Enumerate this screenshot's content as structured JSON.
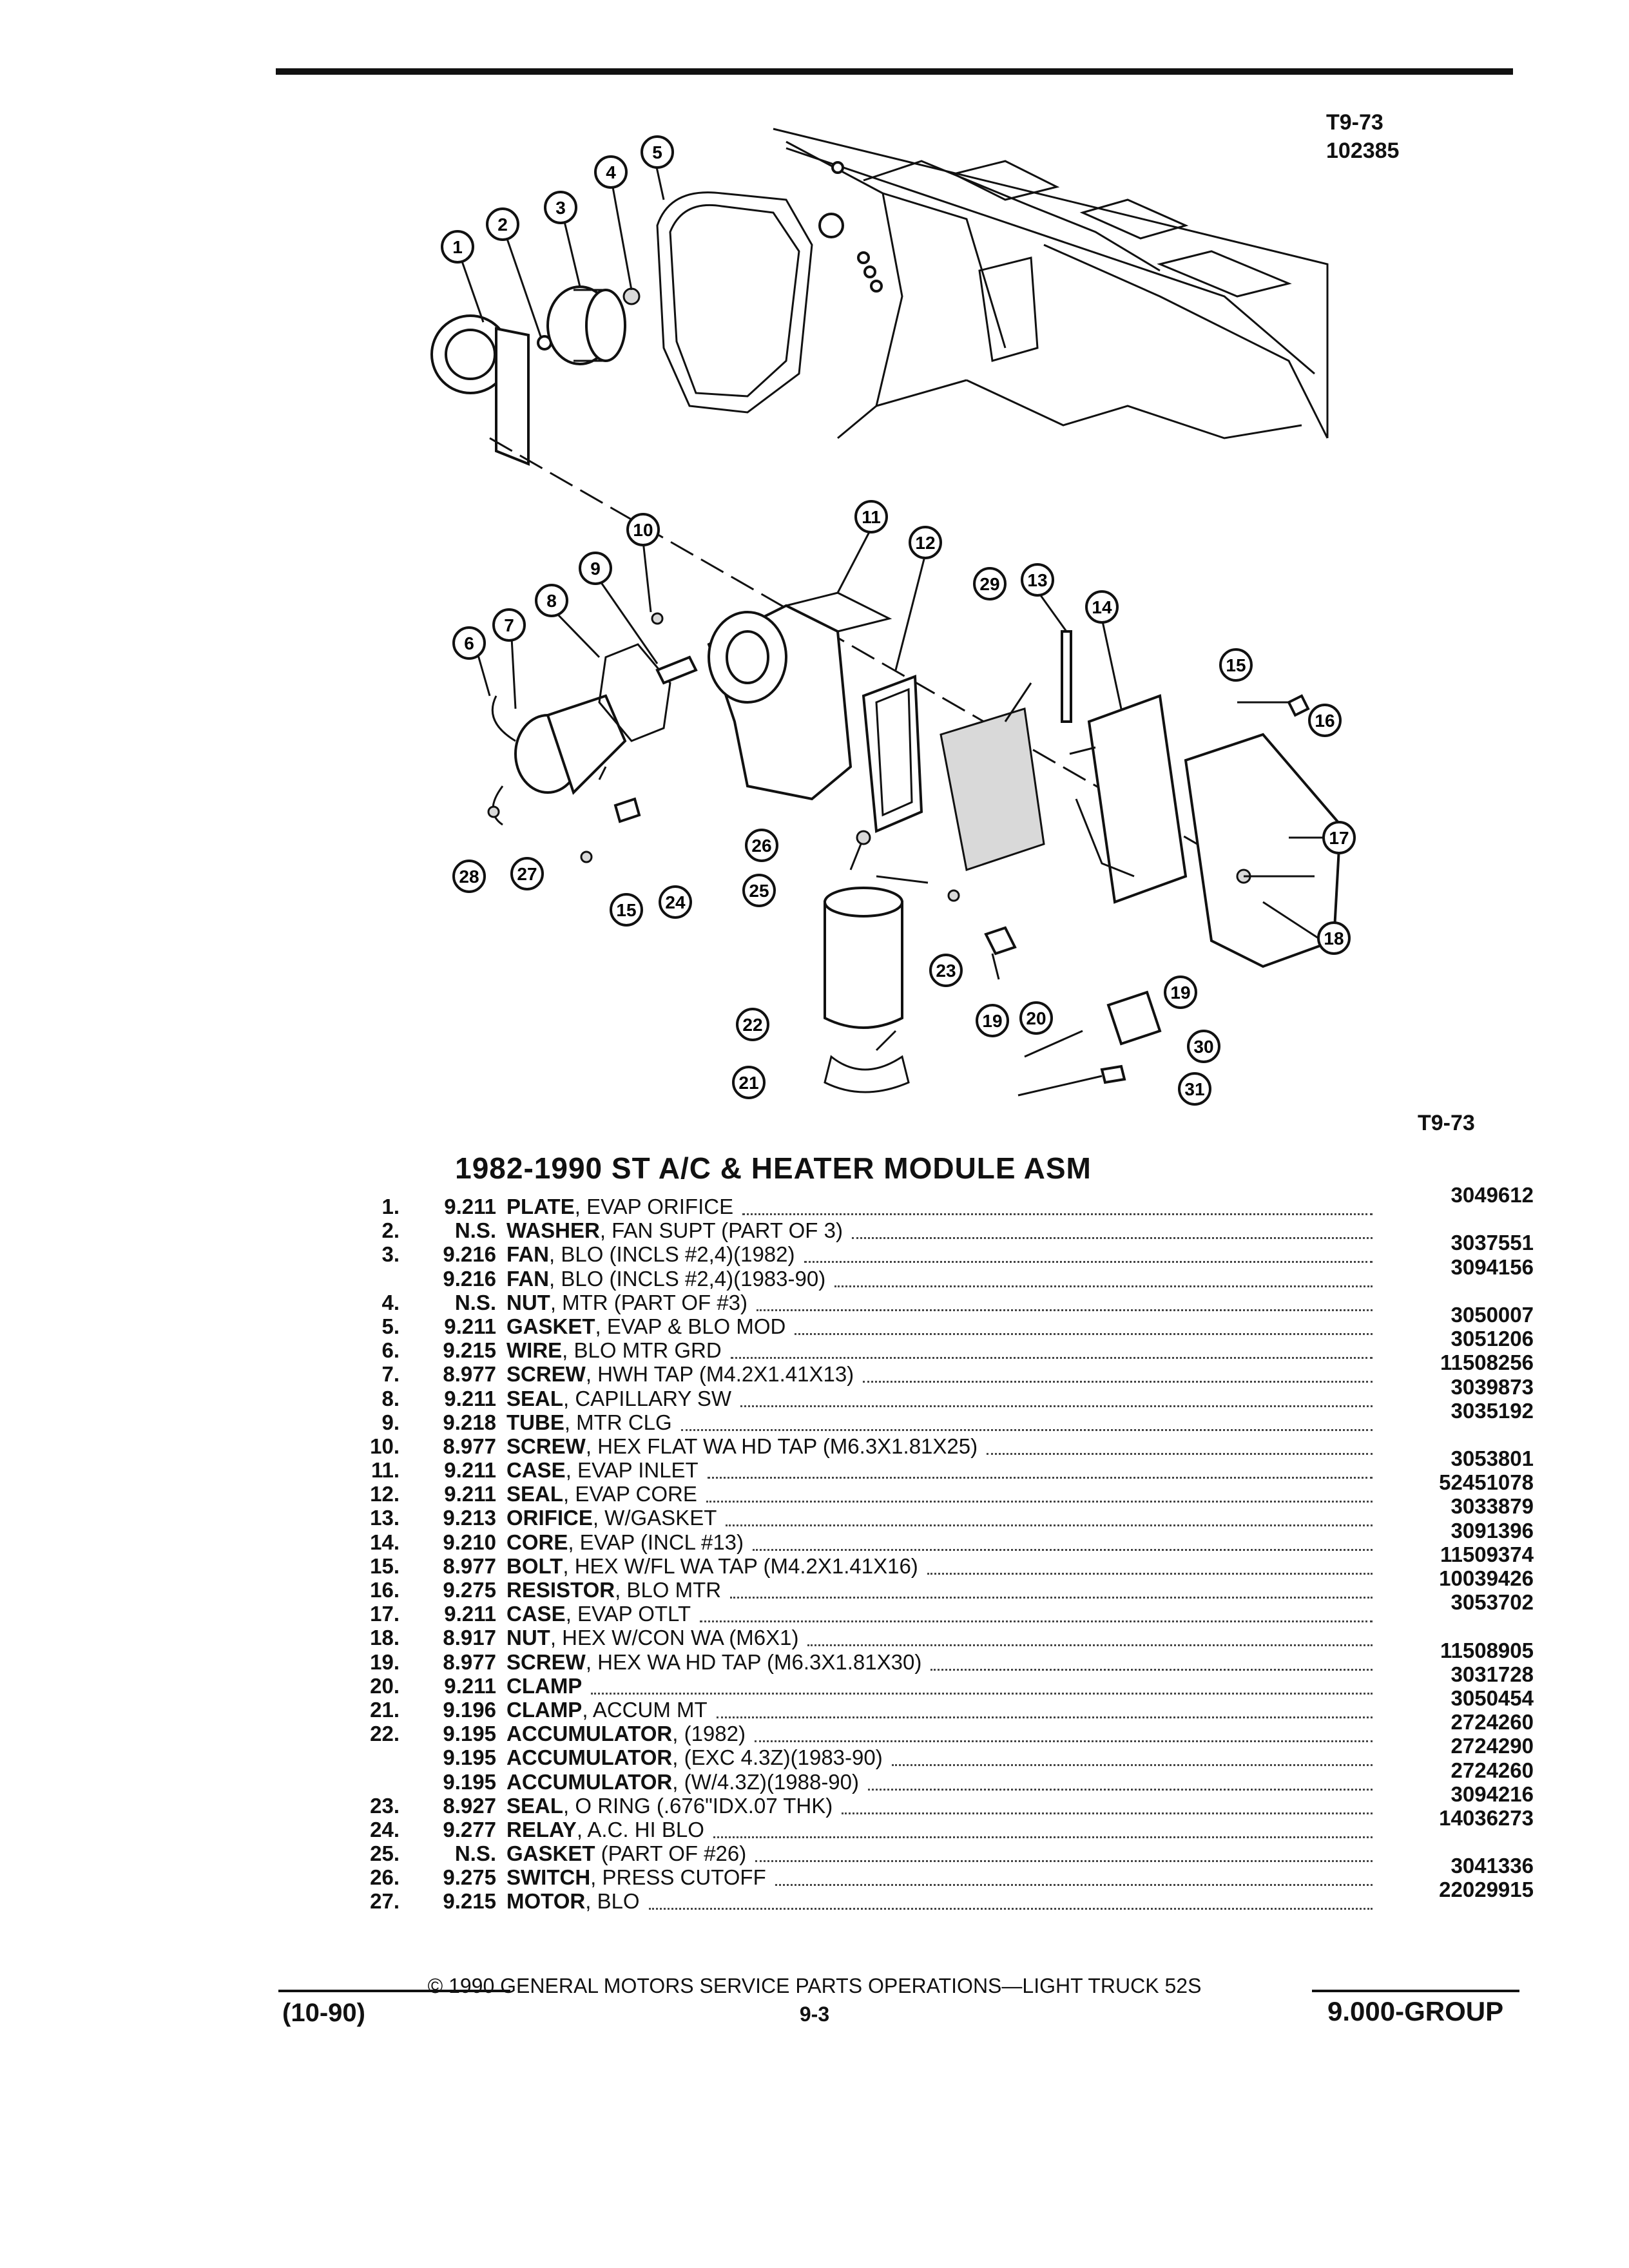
{
  "figure": {
    "code_top": "T9-73",
    "ref_number": "102385",
    "code_bottom": "T9-73"
  },
  "title": "1982-1990 ST A/C & HEATER MODULE ASM",
  "parts": [
    {
      "num": "1.",
      "group": "9.211",
      "name": "PLATE",
      "desc": ", EVAP ORIFICE",
      "part": "3049612"
    },
    {
      "num": "2.",
      "group": "N.S.",
      "name": "WASHER",
      "desc": ", FAN SUPT (PART OF 3)",
      "part": ""
    },
    {
      "num": "3.",
      "group": "9.216",
      "name": "FAN",
      "desc": ", BLO (INCLS #2,4)(1982)",
      "part": "3037551"
    },
    {
      "num": "",
      "group": "9.216",
      "name": "FAN",
      "desc": ", BLO (INCLS #2,4)(1983-90)",
      "part": "3094156"
    },
    {
      "num": "4.",
      "group": "N.S.",
      "name": "NUT",
      "desc": ", MTR (PART OF #3)",
      "part": ""
    },
    {
      "num": "5.",
      "group": "9.211",
      "name": "GASKET",
      "desc": ", EVAP & BLO MOD",
      "part": "3050007"
    },
    {
      "num": "6.",
      "group": "9.215",
      "name": "WIRE",
      "desc": ", BLO MTR GRD",
      "part": "3051206"
    },
    {
      "num": "7.",
      "group": "8.977",
      "name": "SCREW",
      "desc": ", HWH TAP (M4.2X1.41X13)",
      "part": "11508256"
    },
    {
      "num": "8.",
      "group": "9.211",
      "name": "SEAL",
      "desc": ", CAPILLARY SW",
      "part": "3039873"
    },
    {
      "num": "9.",
      "group": "9.218",
      "name": "TUBE",
      "desc": ", MTR CLG",
      "part": "3035192"
    },
    {
      "num": "10.",
      "group": "8.977",
      "name": "SCREW",
      "desc": ", HEX FLAT WA HD TAP (M6.3X1.81X25)",
      "part": ""
    },
    {
      "num": "11.",
      "group": "9.211",
      "name": "CASE",
      "desc": ", EVAP INLET",
      "part": "3053801"
    },
    {
      "num": "12.",
      "group": "9.211",
      "name": "SEAL",
      "desc": ", EVAP CORE",
      "part": "52451078"
    },
    {
      "num": "13.",
      "group": "9.213",
      "name": "ORIFICE",
      "desc": ", W/GASKET",
      "part": "3033879"
    },
    {
      "num": "14.",
      "group": "9.210",
      "name": "CORE",
      "desc": ", EVAP (INCL #13)",
      "part": "3091396"
    },
    {
      "num": "15.",
      "group": "8.977",
      "name": "BOLT",
      "desc": ", HEX W/FL WA TAP (M4.2X1.41X16)",
      "part": "11509374"
    },
    {
      "num": "16.",
      "group": "9.275",
      "name": "RESISTOR",
      "desc": ", BLO MTR",
      "part": "10039426"
    },
    {
      "num": "17.",
      "group": "9.211",
      "name": "CASE",
      "desc": ", EVAP OTLT",
      "part": "3053702"
    },
    {
      "num": "18.",
      "group": "8.917",
      "name": "NUT",
      "desc": ", HEX W/CON WA (M6X1)",
      "part": ""
    },
    {
      "num": "19.",
      "group": "8.977",
      "name": "SCREW",
      "desc": ", HEX WA HD TAP (M6.3X1.81X30)",
      "part": "11508905"
    },
    {
      "num": "20.",
      "group": "9.211",
      "name": "CLAMP",
      "desc": "",
      "part": "3031728"
    },
    {
      "num": "21.",
      "group": "9.196",
      "name": "CLAMP",
      "desc": ", ACCUM MT",
      "part": "3050454"
    },
    {
      "num": "22.",
      "group": "9.195",
      "name": "ACCUMULATOR",
      "desc": ", (1982)",
      "part": "2724260"
    },
    {
      "num": "",
      "group": "9.195",
      "name": "ACCUMULATOR",
      "desc": ", (EXC 4.3Z)(1983-90)",
      "part": "2724290"
    },
    {
      "num": "",
      "group": "9.195",
      "name": "ACCUMULATOR",
      "desc": ", (W/4.3Z)(1988-90)",
      "part": "2724260"
    },
    {
      "num": "23.",
      "group": "8.927",
      "name": "SEAL",
      "desc": ", O RING (.676\"IDX.07 THK)",
      "part": "3094216"
    },
    {
      "num": "24.",
      "group": "9.277",
      "name": "RELAY",
      "desc": ", A.C. HI BLO",
      "part": "14036273"
    },
    {
      "num": "25.",
      "group": "N.S.",
      "name": "GASKET",
      "desc": " (PART OF #26)",
      "part": ""
    },
    {
      "num": "26.",
      "group": "9.275",
      "name": "SWITCH",
      "desc": ", PRESS CUTOFF",
      "part": "3041336"
    },
    {
      "num": "27.",
      "group": "9.215",
      "name": "MOTOR",
      "desc": ", BLO",
      "part": "22029915"
    }
  ],
  "callouts": [
    "1",
    "2",
    "3",
    "4",
    "5",
    "6",
    "7",
    "8",
    "9",
    "10",
    "11",
    "12",
    "13",
    "14",
    "15",
    "15",
    "16",
    "17",
    "18",
    "19",
    "19",
    "20",
    "21",
    "22",
    "23",
    "24",
    "25",
    "26",
    "27",
    "28",
    "29",
    "30",
    "31"
  ],
  "footer": {
    "copyright": "© 1990 GENERAL MOTORS SERVICE PARTS OPERATIONS—LIGHT TRUCK 52S",
    "date": "(10-90)",
    "page": "9-3",
    "group": "9.000-GROUP"
  }
}
